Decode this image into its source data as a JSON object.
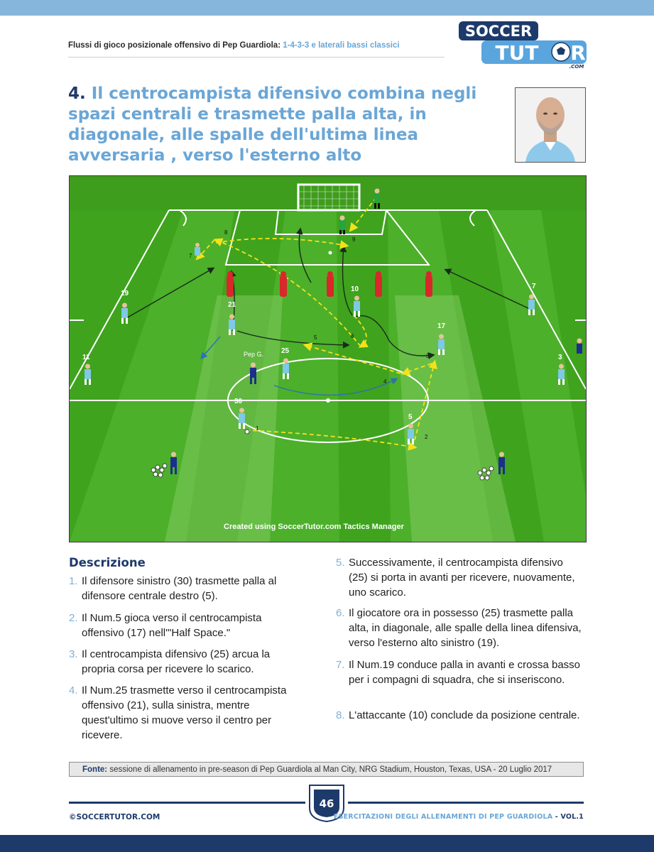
{
  "header": {
    "text_main": "Flussi di gioco posizionale offensivo di Pep Guardiola: ",
    "text_accent": "1-4-3-3 e laterali bassi classici",
    "logo_top": "SOCCER",
    "logo_bottom": "TUT",
    "logo_suffix": "R",
    "logo_domain": ".COM"
  },
  "title": {
    "number": "4.",
    "text": "Il centrocampista difensivo combina negli spazi centrali e trasmette palla alta, in diagonale, alle spalle dell'ultima linea avversaria , verso l'esterno alto"
  },
  "diagram": {
    "watermark": "Created using SoccerTutor.com Tactics Manager",
    "player_labels": [
      "19",
      "21",
      "10",
      "7",
      "17",
      "25",
      "11",
      "3",
      "30",
      "5",
      "Pep G."
    ],
    "action_numbers": [
      "1",
      "2",
      "3",
      "4",
      "5",
      "6",
      "7",
      "8",
      "9"
    ]
  },
  "description": {
    "heading": "Descrizione",
    "items": [
      {
        "n": "1.",
        "text": "Il difensore sinistro (30) trasmette palla al difensore centrale destro (5)."
      },
      {
        "n": "2.",
        "text": "Il Num.5 gioca verso il centrocampista offensivo (17) nell'\"Half Space.\""
      },
      {
        "n": "3.",
        "text": "Il centrocampista difensivo (25) arcua la propria corsa per ricevere lo scarico."
      },
      {
        "n": "4.",
        "text": "Il Num.25 trasmette verso il centrocampista offensivo (21), sulla sinistra, mentre quest'ultimo si muove verso il centro per ricevere."
      },
      {
        "n": "5.",
        "text": "Successivamente, il centrocampista difensivo (25) si porta in avanti per ricevere, nuovamente, uno scarico."
      },
      {
        "n": "6.",
        "text": "Il giocatore ora in possesso (25) trasmette palla alta, in diagonale, alle spalle della linea difensiva, verso l'esterno alto sinistro (19)."
      },
      {
        "n": "7.",
        "text": "Il Num.19 conduce palla in avanti e crossa basso per i compagni di squadra, che si inseriscono."
      },
      {
        "n": "8.",
        "text": "L'attaccante (10) conclude da posizione centrale."
      }
    ]
  },
  "source": {
    "label": "Fonte:",
    "text": " sessione di allenamento in pre-season di Pep Guardiola al Man City, NRG Stadium, Houston, Texas, USA - 20 Luglio 2017"
  },
  "footer": {
    "left": "©SOCCERTUTOR.COM",
    "page_number": "46",
    "right_main": "ESERCITAZIONI DEGLI ALLENAMENTI DI PEP GUARDIOLA",
    "right_vol": " - VOL.1"
  },
  "colors": {
    "accent_blue": "#6aa6d6",
    "navy": "#1d3a6b",
    "pitch_green": "#3fa31e",
    "pass_yellow": "#f2e21a",
    "home_kit": "#7fc8e6",
    "away_kit": "#1c2f8a",
    "mannequin_red": "#d8282a"
  }
}
